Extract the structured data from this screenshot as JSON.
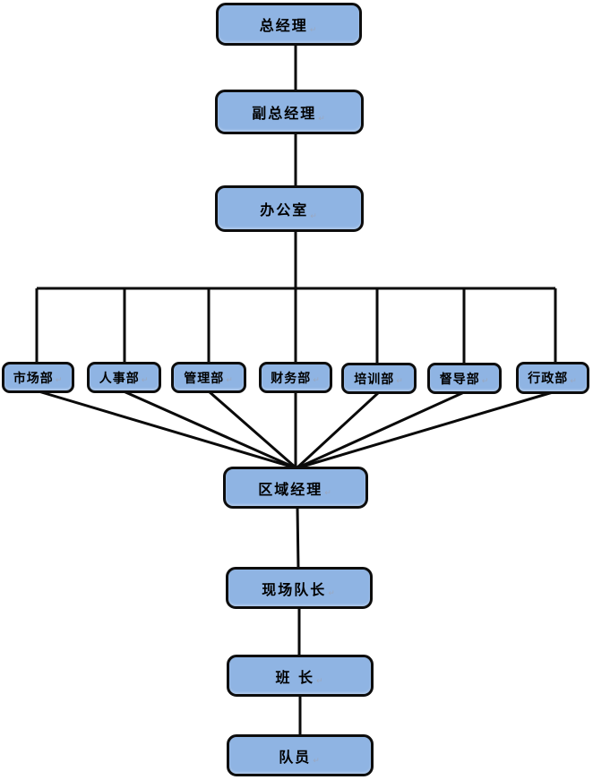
{
  "diagram": {
    "type": "org-chart",
    "paragraph_mark": "↵",
    "colors": {
      "node_fill": "#8FB4E3",
      "node_border": "#0d0d0d",
      "connector": "#0a0a0a",
      "background": "#FFFFFF"
    },
    "nodes": {
      "general_manager": {
        "label": "总经理"
      },
      "deputy_general_manager": {
        "label": "副总经理"
      },
      "office": {
        "label": "办公室"
      },
      "marketing_dept": {
        "label": "市场部"
      },
      "hr_dept": {
        "label": "人事部"
      },
      "management_dept": {
        "label": "管理部"
      },
      "finance_dept": {
        "label": "财务部"
      },
      "training_dept": {
        "label": "培训部"
      },
      "supervision_dept": {
        "label": "督导部"
      },
      "admin_dept": {
        "label": "行政部"
      },
      "regional_manager": {
        "label": "区域经理"
      },
      "site_captain": {
        "label": "现场队长"
      },
      "squad_leader": {
        "label": "班 长"
      },
      "team_member": {
        "label": "队员"
      }
    },
    "edges": [
      {
        "from": "general_manager",
        "to": "deputy_general_manager"
      },
      {
        "from": "deputy_general_manager",
        "to": "office"
      },
      {
        "from": "office",
        "to": "marketing_dept"
      },
      {
        "from": "office",
        "to": "hr_dept"
      },
      {
        "from": "office",
        "to": "management_dept"
      },
      {
        "from": "office",
        "to": "finance_dept"
      },
      {
        "from": "office",
        "to": "training_dept"
      },
      {
        "from": "office",
        "to": "supervision_dept"
      },
      {
        "from": "office",
        "to": "admin_dept"
      },
      {
        "from": "marketing_dept",
        "to": "regional_manager"
      },
      {
        "from": "hr_dept",
        "to": "regional_manager"
      },
      {
        "from": "management_dept",
        "to": "regional_manager"
      },
      {
        "from": "finance_dept",
        "to": "regional_manager"
      },
      {
        "from": "training_dept",
        "to": "regional_manager"
      },
      {
        "from": "supervision_dept",
        "to": "regional_manager"
      },
      {
        "from": "admin_dept",
        "to": "regional_manager"
      },
      {
        "from": "regional_manager",
        "to": "site_captain"
      },
      {
        "from": "site_captain",
        "to": "squad_leader"
      },
      {
        "from": "squad_leader",
        "to": "team_member"
      }
    ]
  }
}
